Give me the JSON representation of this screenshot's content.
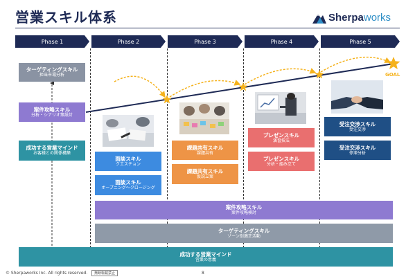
{
  "title": "営業スキル体系",
  "logo": {
    "name_main": "Sherpa",
    "name_accent": "works"
  },
  "phases": [
    "Phase 1",
    "Phase 2",
    "Phase 3",
    "Phase 4",
    "Phase 5"
  ],
  "goal_label": "GOAL",
  "phase1": {
    "targeting": {
      "title": "ターゲティングスキル",
      "sub": "担当市場分析"
    },
    "case_attack": {
      "title": "案件攻略スキル",
      "sub": "分析・シナリオ策設計"
    },
    "mindset": {
      "title": "成功する営業マインド",
      "sub": "お客様との関係構築"
    }
  },
  "phase2": {
    "interview_q": {
      "title": "面談スキル",
      "sub": "クエスチョン"
    },
    "interview_oc": {
      "title": "面談スキル",
      "sub": "オープニング～クロージング"
    }
  },
  "phase3": {
    "issue_share": {
      "title": "課題共有スキル",
      "sub": "課題共有"
    },
    "hypothesis": {
      "title": "課題共有スキル",
      "sub": "仮説立案"
    }
  },
  "phase4": {
    "presentation_tech": {
      "title": "プレゼンスキル",
      "sub": "演習技法"
    },
    "presentation_analysis": {
      "title": "プレゼンスキル",
      "sub": "分析・組み立て"
    }
  },
  "phase5": {
    "negotiation": {
      "title": "受注交渉スキル",
      "sub": "受注交渉"
    },
    "stagnation": {
      "title": "受注交渉スキル",
      "sub": "停滞分析"
    }
  },
  "bottom": {
    "case_attack": {
      "title": "案件攻略スキル",
      "sub": "案件攻略検討"
    },
    "targeting": {
      "title": "ターゲティングスキル",
      "sub": "ゾーン別適正活動"
    },
    "mindset": {
      "title": "成功する営業マインド",
      "sub": "営業の意義"
    }
  },
  "footer": {
    "copyright": "© Sherpaworks Inc. All rights reserved.",
    "tag": "無断転載禁止",
    "page": "8"
  },
  "colors": {
    "navy": "#1e2a55",
    "gray": "#8a93a3",
    "purple": "#8e7ad1",
    "teal": "#2e93a3",
    "blue": "#3d8be0",
    "orange": "#ee9446",
    "pink": "#e96f6f",
    "dark_blue": "#1f4f85",
    "star": "#f5b21c"
  }
}
